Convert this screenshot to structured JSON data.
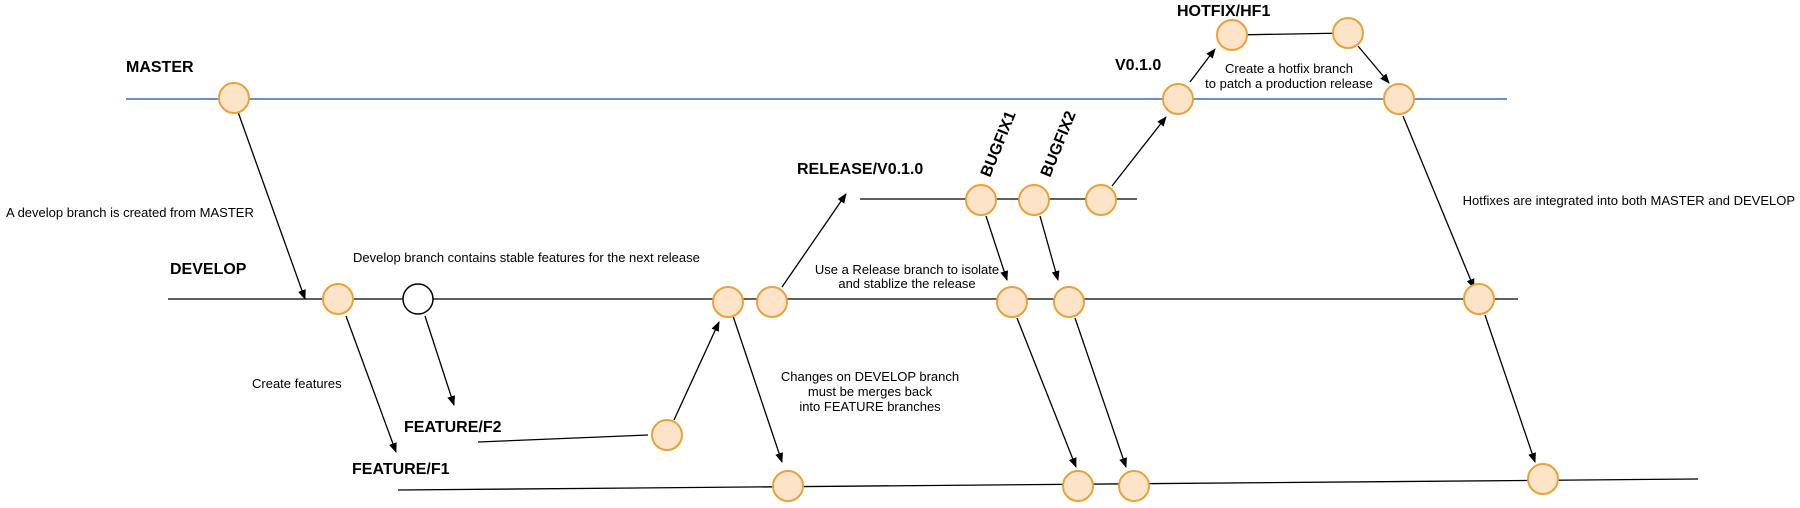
{
  "branches": {
    "master": "MASTER",
    "develop": "DEVELOP",
    "feature_f2": "FEATURE/F2",
    "feature_f1": "FEATURE/F1",
    "release": "RELEASE/V0.1.0",
    "bugfix1": "BUGFIX1",
    "bugfix2": "BUGFIX2",
    "hotfix": "HOTFIX/HF1",
    "version_tag": "V0.1.0"
  },
  "notes": {
    "develop_created": "A develop branch is created from MASTER",
    "develop_stable": "Develop branch contains stable features for the next release",
    "create_features": "Create features",
    "release_line1": "Use a Release branch to isolate",
    "release_line2": "and stablize the release",
    "changes_line1": "Changes on DEVELOP branch",
    "changes_line2": "must be merges back",
    "changes_line3": "into FEATURE branches",
    "hotfix_line1": "Create a hotfix branch",
    "hotfix_line2": "to patch a production release",
    "hotfix_integrated": "Hotfixes are integrated into both MASTER and DEVELOP"
  },
  "colors": {
    "commit_fill": "#fde4c8",
    "commit_stroke": "#e8a23a",
    "master_line": "#6b8fc7"
  }
}
